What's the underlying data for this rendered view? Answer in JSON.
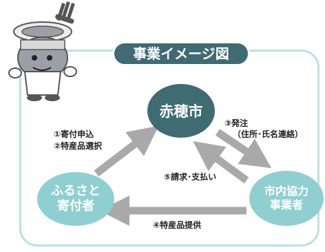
{
  "title": "事業イメージ図",
  "nodes": {
    "city": "赤穂市",
    "donor_line1": "ふるさと",
    "donor_line2": "寄付者",
    "business_line1": "市内協力",
    "business_line2": "事業者"
  },
  "flows": {
    "step1": "①寄付申込",
    "step2": "②特産品選択",
    "step3": "③発注",
    "step3_detail": "（住所･氏名連絡）",
    "step4": "④特産品提供",
    "step5": "⑤請求･支払い"
  },
  "colors": {
    "city_node": "#3f6b73",
    "partner_nodes": "#8fcfd2",
    "arrows": "#a9a9a9",
    "frame_border": "#b9e2e2"
  },
  "icons": [
    "mascot-illustration"
  ]
}
